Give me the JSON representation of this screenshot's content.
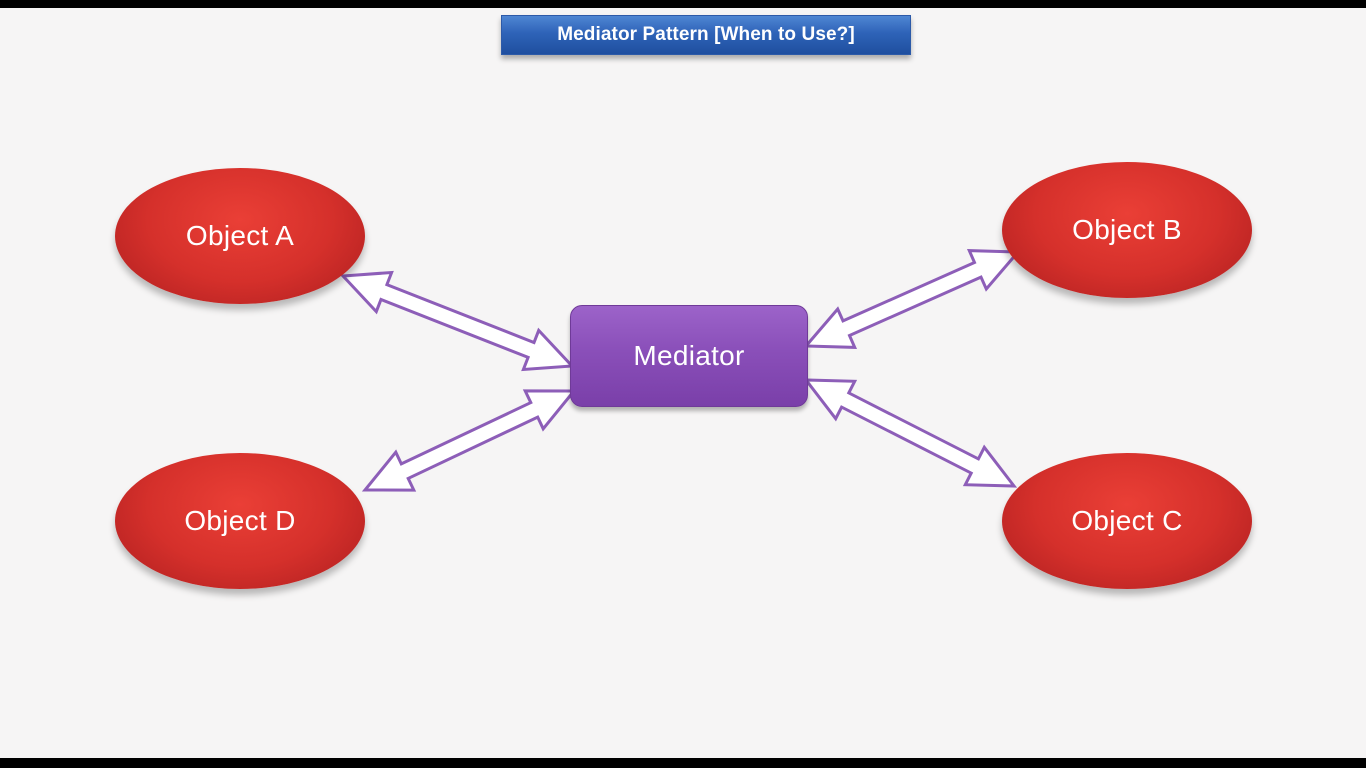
{
  "title": "Mediator Pattern [When to Use?]",
  "nodes": {
    "object_a": "Object A",
    "object_b": "Object B",
    "object_c": "Object C",
    "object_d": "Object D",
    "mediator": "Mediator"
  },
  "edges": [
    {
      "from": "Object A",
      "to": "Mediator",
      "arrow": "double-headed"
    },
    {
      "from": "Object B",
      "to": "Mediator",
      "arrow": "double-headed"
    },
    {
      "from": "Object C",
      "to": "Mediator",
      "arrow": "double-headed"
    },
    {
      "from": "Object D",
      "to": "Mediator",
      "arrow": "double-headed"
    }
  ],
  "colors": {
    "object_fill": "#d5302b",
    "mediator_fill": "#8a4fb9",
    "arrow_outline": "#8d5eb8",
    "title_fill": "#2e63b8",
    "background": "#f6f5f5"
  }
}
